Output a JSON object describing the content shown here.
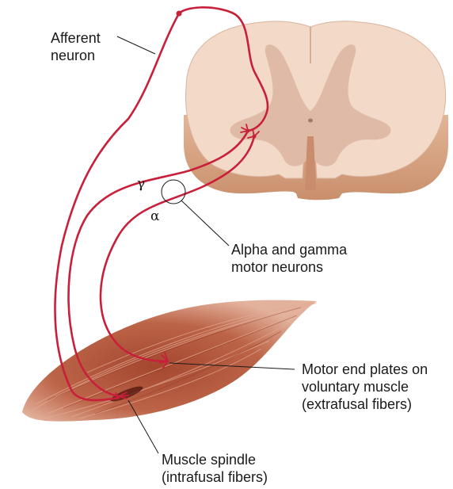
{
  "labels": {
    "afferent_line1": "Afferent",
    "afferent_line2": "neuron",
    "gamma": "γ",
    "alpha": "α",
    "alpha_gamma_line1": "Alpha and gamma",
    "alpha_gamma_line2": "motor neurons",
    "motor_end_line1": "Motor end plates on",
    "motor_end_line2": "voluntary muscle",
    "motor_end_line3": "(extrafusal fibers)",
    "spindle_line1": "Muscle spindle",
    "spindle_line2": "(intrafusal fibers)"
  },
  "colors": {
    "neuron": "#c8203a",
    "cord_white_matter": "#f1d7c5",
    "cord_gray_matter": "#dcb7a3",
    "cord_side": "#d8a88a",
    "muscle_base": "#b85f45",
    "muscle_stripe": "#e1a58e",
    "leader_line": "#1a1a1a"
  }
}
